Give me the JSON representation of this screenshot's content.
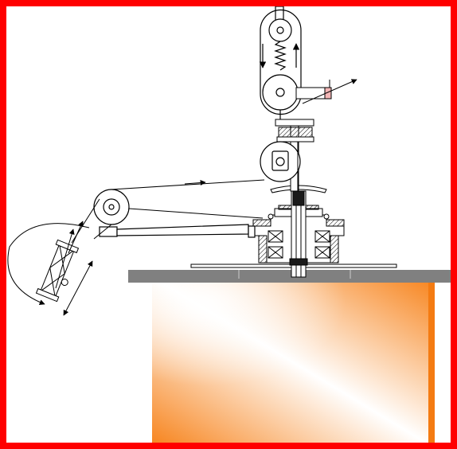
{
  "frame": {
    "border_color": "#ff0000",
    "background": "#ffffff"
  },
  "colors": {
    "line": "#000000",
    "base_plate": "#808080",
    "body_orange": "#f7851f",
    "body_fade": "#ffffff",
    "body_edge": "#f47b12",
    "hatch": "#000000",
    "shaft_dark": "#1a1a1a",
    "sensor_pink": "#f4b6b6"
  },
  "components": [
    {
      "id": "top-pulley",
      "icon": "pulley-icon"
    },
    {
      "id": "tension-spring",
      "icon": "spring-icon"
    },
    {
      "id": "lower-pulley",
      "icon": "pulley-icon"
    },
    {
      "id": "sensor-arm",
      "icon": "sensor-icon"
    },
    {
      "id": "guide-roller",
      "icon": "roller-icon"
    },
    {
      "id": "left-pulley",
      "icon": "pulley-icon"
    },
    {
      "id": "spindle-housing",
      "icon": "bearing-icon"
    },
    {
      "id": "tilted-spool",
      "icon": "spool-icon"
    },
    {
      "id": "machine-body",
      "icon": "block-icon"
    }
  ]
}
